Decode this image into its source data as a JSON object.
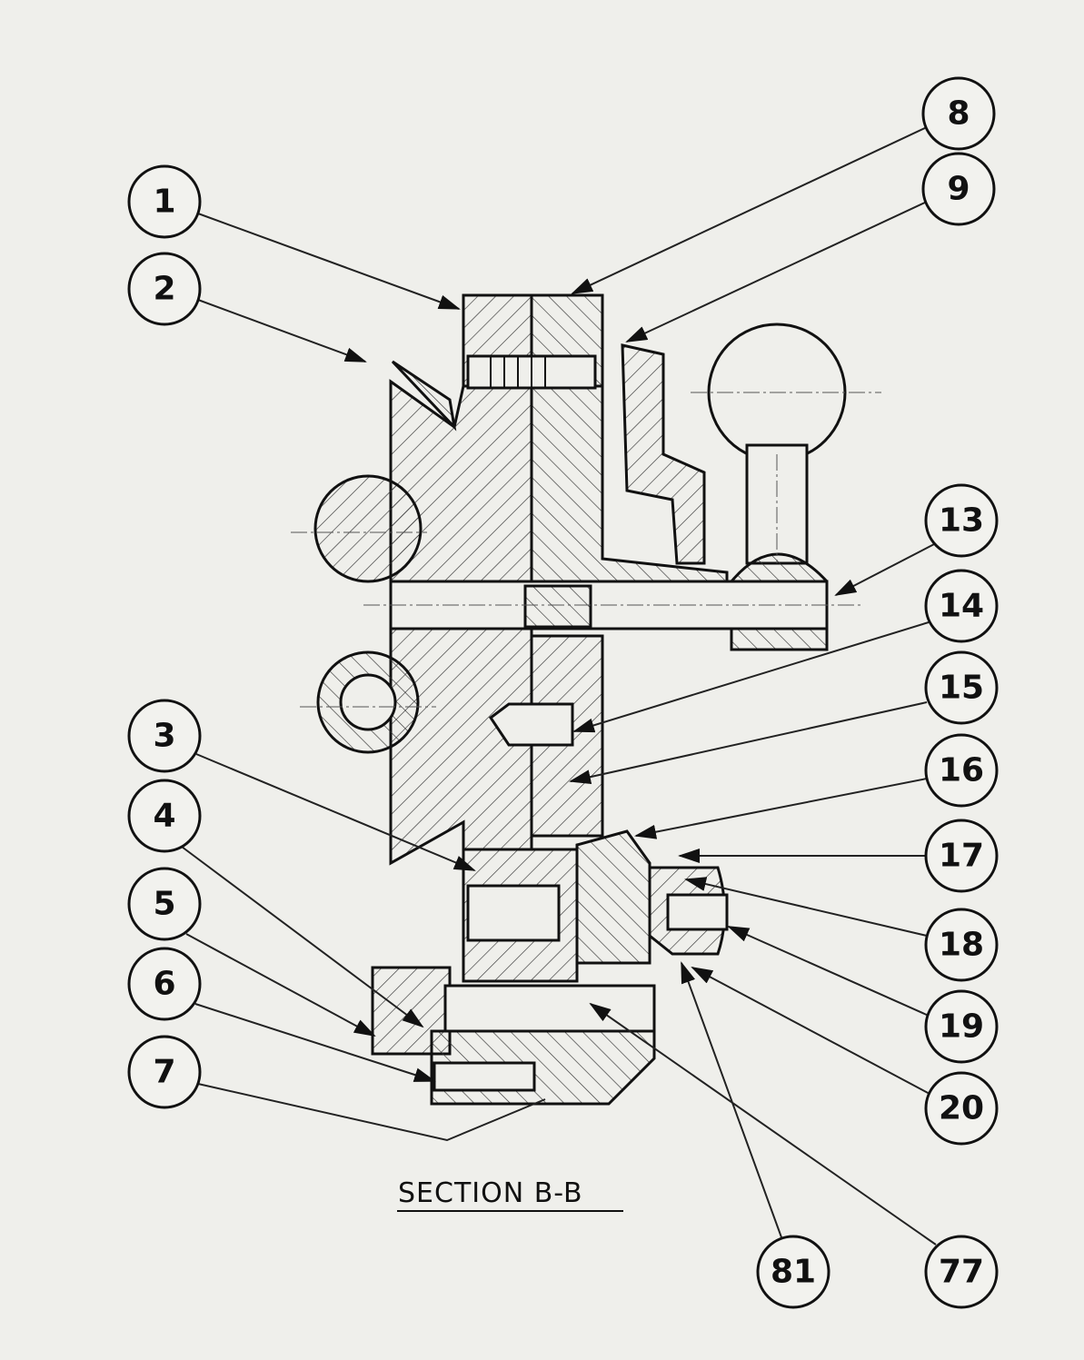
{
  "drawing": {
    "title": "SECTION B-B",
    "balloons_left": [
      "1",
      "2",
      "3",
      "4",
      "5",
      "6",
      "7"
    ],
    "balloons_right": [
      "8",
      "9",
      "13",
      "14",
      "15",
      "16",
      "17",
      "18",
      "19",
      "20"
    ],
    "balloons_bottom": [
      "81",
      "77"
    ]
  }
}
